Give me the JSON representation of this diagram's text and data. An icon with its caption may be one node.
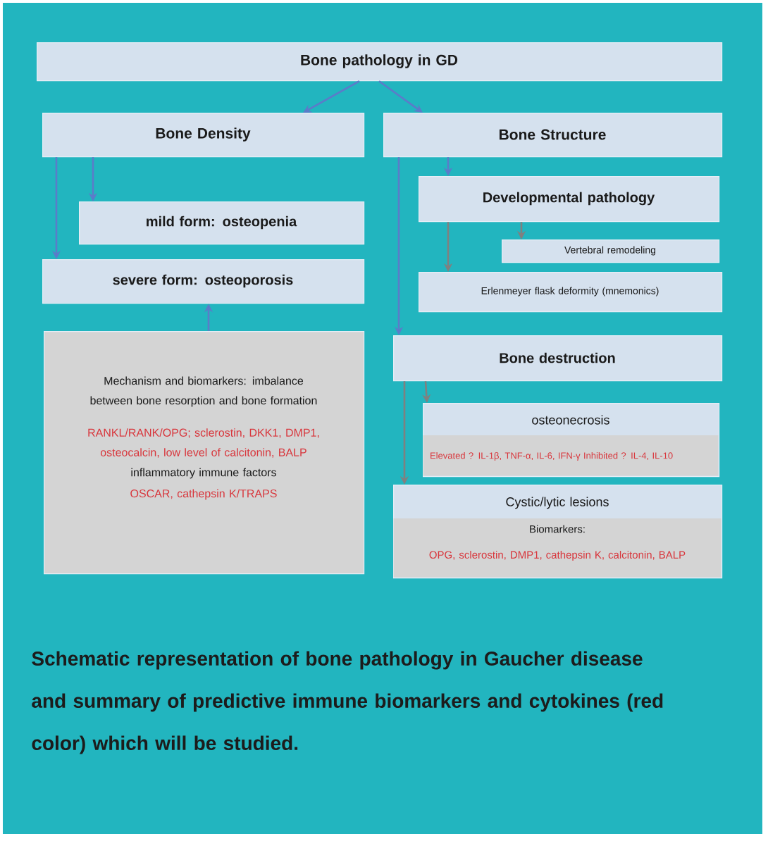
{
  "diagram": {
    "caption": "Schematic representation of bone pathology in Gaucher disease and summary of predictive immune biomarkers and cytokines (red color) which will be studied.",
    "nodes": [
      {
        "text": [
          "Bone pathology in GD"
        ]
      },
      {
        "text": [
          "Bone Density"
        ]
      },
      {
        "text": [
          "Bone Structure"
        ]
      },
      {
        "text": [
          "mild form: osteopenia"
        ]
      },
      {
        "text": [
          "severe form: osteoporosis"
        ]
      },
      {
        "text": [
          "Mechanism and biomarkers: imbalance between bone resorption and bone formation",
          "RANKL/RANK/OPG; sclerostin, DKK1, DMP1, osteocalcin, low level of calcitonin, BALP",
          "inflammatory immune factors",
          "OSCAR, cathepsin K/TRAPS"
        ]
      },
      {
        "text": [
          "Developmental pathology"
        ]
      },
      {
        "text": [
          "Vertebral remodeling"
        ]
      },
      {
        "text": [
          "Erlenmeyer flask deformity (mnemonics)"
        ]
      },
      {
        "text": [
          "Bone destruction"
        ]
      },
      {
        "text": [
          "osteonecrosis",
          "Elevated ?  IL-1β, TNF-α, IL-6, IFN-γ Inhibited ? IL-4, IL-10"
        ]
      },
      {
        "text": [
          "Cystic/lytic lesions",
          "Biomarkers:",
          "OPG, sclerostin, DMP1, cathepsin K, calcitonin, BALP"
        ]
      }
    ],
    "edges": [
      {
        "from": 0,
        "to": 1,
        "arrow": "to"
      },
      {
        "from": 0,
        "to": 2,
        "arrow": "to"
      },
      {
        "from": 1,
        "to": 3,
        "arrow": "to"
      },
      {
        "from": 1,
        "to": 4,
        "arrow": "to"
      },
      {
        "from": 5,
        "to": 4,
        "arrow": "to"
      },
      {
        "from": 2,
        "to": 6,
        "arrow": "to"
      },
      {
        "from": 2,
        "to": 9,
        "arrow": "to"
      },
      {
        "from": 6,
        "to": 7,
        "arrow": "to",
        "color": "#808080"
      },
      {
        "from": 6,
        "to": 8,
        "arrow": "to",
        "color": "#808080"
      },
      {
        "from": 9,
        "to": 10,
        "arrow": "to",
        "color": "#808080"
      },
      {
        "from": 9,
        "to": 11,
        "arrow": "to",
        "color": "#808080"
      }
    ]
  }
}
